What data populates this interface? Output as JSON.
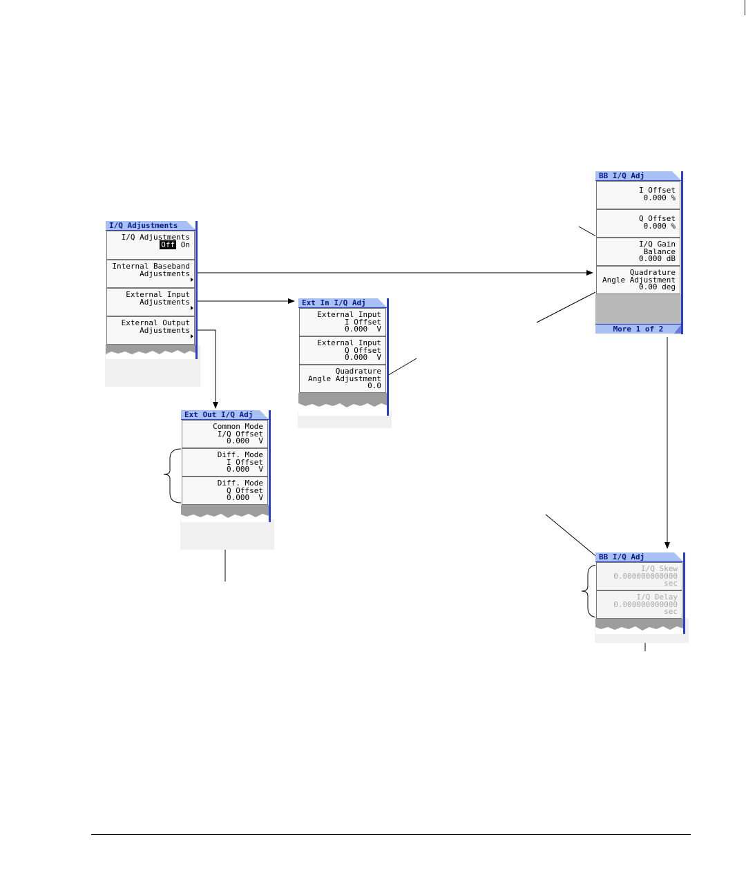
{
  "colors": {
    "title_bg": "#a9c0f4",
    "title_text": "#0a1a8a",
    "menu_border": "#2a3ed0",
    "dim_text": "#a8a8a8"
  },
  "menus": {
    "iq_adjustments": {
      "title": "I/Q Adjustments",
      "k1_label": "I/Q Adjustments",
      "k1_off": "Off",
      "k1_on": "On",
      "k2_line1": "Internal Baseband",
      "k2_line2": "Adjustments",
      "k3_line1": "External Input",
      "k3_line2": "Adjustments",
      "k4_line1": "External Output",
      "k4_line2": "Adjustments"
    },
    "ext_in": {
      "title": "Ext In I/Q Adj",
      "k1_l1": "External Input",
      "k1_l2": "I Offset",
      "k1_val": "0.000  V",
      "k2_l1": "External Input",
      "k2_l2": "Q Offset",
      "k2_val": "0.000  V",
      "k3_l1": "Quadrature",
      "k3_l2": "Angle Adjustment",
      "k3_val": "0.0"
    },
    "ext_out": {
      "title": "Ext Out I/Q Adj",
      "k1_l1": "Common Mode",
      "k1_l2": "I/Q Offset",
      "k1_val": "0.000  V",
      "k2_l1": "Diff. Mode",
      "k2_l2": "I Offset",
      "k2_val": "0.000  V",
      "k3_l1": "Diff. Mode",
      "k3_l2": "Q Offset",
      "k3_val": "0.000  V"
    },
    "bb_page1": {
      "title": "BB I/Q Adj",
      "k1_l1": "I Offset",
      "k1_val": "0.000 %",
      "k2_l1": "Q Offset",
      "k2_val": "0.000 %",
      "k3_l1": "I/Q Gain",
      "k3_l2": "Balance",
      "k3_val": "0.000 dB",
      "k4_l1": "Quadrature",
      "k4_l2": "Angle Adjustment",
      "k4_val": "0.00 deg",
      "more": "More 1 of 2"
    },
    "bb_page2": {
      "title": "BB I/Q Adj",
      "k1_l1": "I/Q Skew",
      "k1_val": "0.000000000000",
      "k1_unit": "sec",
      "k2_l1": "I/Q Delay",
      "k2_val": "0.000000000000",
      "k2_unit": "sec"
    }
  }
}
